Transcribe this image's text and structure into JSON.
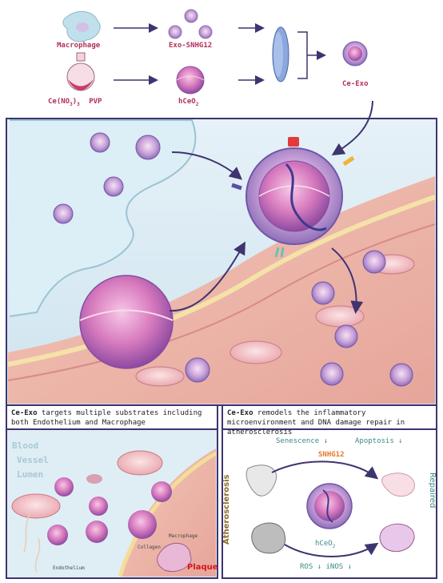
{
  "synthesis": {
    "macrophage": "Macrophage",
    "exo": "Exo-SNHG12",
    "precursor": "Ce(NO",
    "precursor_sub": "3",
    "precursor_close": ")",
    "precursor_sup": "3",
    "pvp": "PVP",
    "hceo2": "hCeO",
    "hceo2_sub": "2",
    "product": "Ce-Exo"
  },
  "left_panel": {
    "caption_bold": "Ce-Exo",
    "caption_rest": " targets multiple substrates including both Endothelium and Macrophage",
    "lumen_lines": [
      "Blood",
      "Vessel",
      "Lumen"
    ],
    "collagen": "Collagen",
    "macrophage": "Macrophage",
    "endothelium": "Endothelium",
    "plaque": "Plaque"
  },
  "right_panel": {
    "caption_bold": "Ce-Exo",
    "caption_rest": " remodels the inflammatory microenvironment and DNA damage repair in atherosclerosis",
    "senescence": "Senescence ↓",
    "apoptosis": "Apoptosis ↓",
    "snhg12": "SNHG12",
    "atherosclerosis": "Atherosclerosis",
    "repaired": "Repaired",
    "hceo2": "hCeO",
    "hceo2_sub": "2",
    "ros": "ROS ↓ iNOS ↓"
  },
  "colors": {
    "frame": "#3e3470",
    "label": "#b0305a",
    "lumen_text": "#a9c8d8",
    "snhg12": "#e07a2a",
    "effect_text": "#3d8a86",
    "plaque": "#d8151b",
    "atherosclerosis": "#8a6a2a"
  }
}
